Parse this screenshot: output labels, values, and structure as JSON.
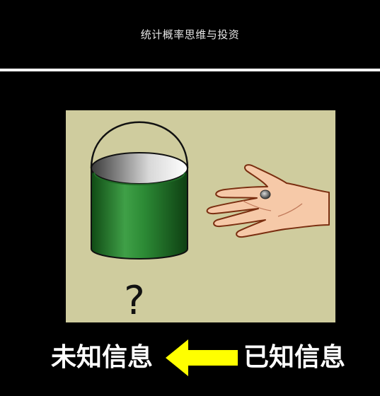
{
  "header": {
    "title": "统计概率思维与投资"
  },
  "illustration": {
    "question_mark": "?"
  },
  "captions": {
    "unknown_info": "未知信息",
    "known_info": "已知信息"
  },
  "colors": {
    "background": "#000000",
    "panel": "#cfcc9e",
    "bucket": "#2e7d32",
    "arrow": "#ffff00"
  }
}
